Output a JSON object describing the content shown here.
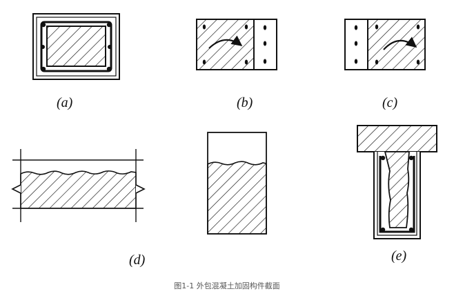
{
  "panels": {
    "a": {
      "label": "(a)"
    },
    "b": {
      "label": "(b)"
    },
    "c": {
      "label": "(c)"
    },
    "d": {
      "label": "(d)"
    },
    "e": {
      "label": "(e)"
    }
  },
  "caption": "图1-1 外包混凝土加固构件截面",
  "colors": {
    "line": "#111111",
    "background": "#ffffff",
    "caption": "#555555"
  }
}
